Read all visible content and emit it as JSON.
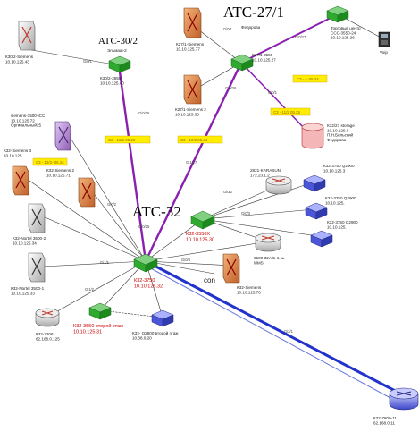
{
  "titles": {
    "atc27": "ATC-27/1",
    "atc30": "ATC-30/2",
    "atc32": "ATC-32"
  },
  "nodes": {
    "k30_2_siemens": "К30/2-Siemens\n10.10.125.43",
    "k30_2_3550": "К30/2-3550\n10.10.125.40",
    "atc30_sub": "Эльмаш-2",
    "k27_siemens": "К27/1-Siemens\n10.10.125.77",
    "k27_3550": "К27/1-3550\n10.10.125.27",
    "k27_siemens2": "К27/1-Siemens 2\n10.10.125.38",
    "atc27_sub": "Федорова",
    "trade_center": "Торговый центр\nССС-3550-24\n10.10.125.26",
    "voip": "Voip",
    "k32_storage": "К32/27 storage\n10.10.129.0\nП.Н.Бельский\nФедорова",
    "siemens_3500": "siemens-3500-ICC\n10.10.125.72\nОргинальный25",
    "k32_siemens3": "К32-Siemens 3\n10.10.125.",
    "k32_siemens2": "К32-Siemens 2\n10.10.125.71",
    "k32_nortel_2": "К32-Nortel 3500-2\n10.10.125.34",
    "k32_nortel_1": "К32-Nortel 3500-1\n10.10.125.33",
    "k32_7206": "К32-7206\n62.168.0.125",
    "k32_3550_2a": "К32-3550 второй этаж\n10.10.125.31",
    "k32_2900_2": "К32- Q2900 второй этаж\n10.38.0.20",
    "k32_main": "К32-3750\n10.10.125.32",
    "k32_3550b": "К32-3550Х\n10.10.125.30",
    "karasun": "2821-KARASUN\n172.23.1.2",
    "k32_3750_w": "К32-3750 Q2900\n10.10.125.3",
    "k32_3750_w2": "К32-3750 Q2900\n10.10.125.",
    "k32_3750_w3": "К32-3750 Q2900\n10.10.125.",
    "k6500": "6500-32А/Б-1.сь\nMMS",
    "k32_siemens_r": "К32-Siemens\n10.10.125.70",
    "con": "con",
    "k7609": "К32-7609-11\n62.168.0.11"
  },
  "tags": {
    "t1": "С3 - -- 05.24",
    "t2": "С3 - 11/2 05.25",
    "t3": "С3 - 10/2 05.28",
    "t4": "С3 - 10/2 05.24",
    "t5": "С3 - 12/2- 05.24"
  },
  "ports": {
    "p1": "Gi0/25",
    "p2": "Gi0/26",
    "p3": "Gi0/27",
    "p4": "Gi0/1",
    "p5": "Gi1/27",
    "p6": "Gi0/2",
    "p7": "Gi0/3",
    "p8": "Gi0/4",
    "p9": "Gi1/1",
    "p10": "Gi1/2",
    "p11": "Gi2/1"
  },
  "colors": {
    "trunk_purple": "#8a1fb0",
    "wan_blue": "#2233cc",
    "switch_green": "#2faa2f",
    "tag_yellow": "#ffee00",
    "ip_red": "#cc0000"
  }
}
